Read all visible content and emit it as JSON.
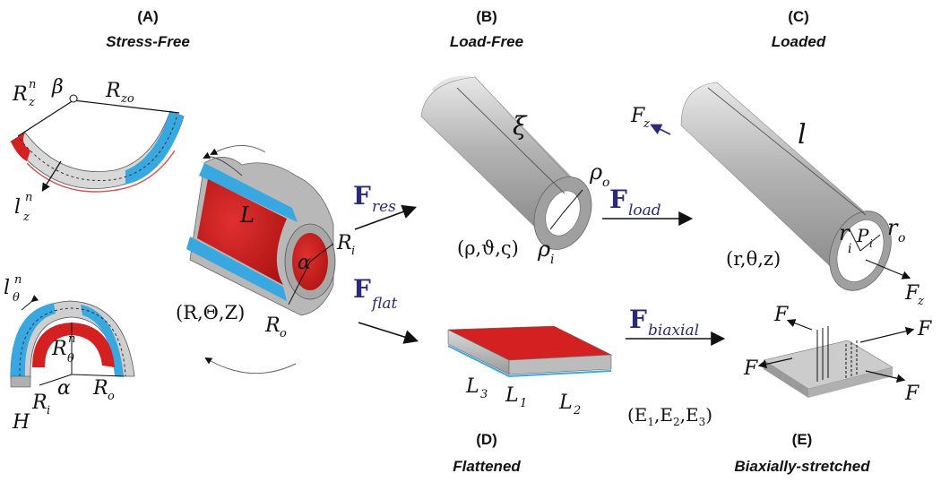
{
  "panels": {
    "A": {
      "label": "(A)",
      "title": "Stress-Free"
    },
    "B": {
      "label": "(B)",
      "title": "Load-Free"
    },
    "C": {
      "label": "(C)",
      "title": "Loaded"
    },
    "D": {
      "label": "(D)",
      "title": "Flattened"
    },
    "E": {
      "label": "(E)",
      "title": "Biaxially-stretched"
    }
  },
  "colors": {
    "red": "#d42020",
    "blue": "#3aa8e0",
    "gray": "#b8b8b8",
    "arrow": "#2a2a7a"
  },
  "symbols": {
    "Rz": "R",
    "Rz_sub": "z",
    "Rz_sup": "n",
    "beta": "β",
    "Rzo": "R",
    "Rzo_sub": "zo",
    "lz": "l",
    "lz_sub": "z",
    "lz_sup": "n",
    "ltheta": "l",
    "ltheta_sub": "θ",
    "ltheta_sup": "n",
    "Rtheta": "R",
    "Rtheta_sub": "θ",
    "Rtheta_sup": "n",
    "alpha_bottom": "α",
    "Ri_bottom": "R",
    "Ri_bottom_sub": "i",
    "Ro_bottom": "R",
    "Ro_bottom_sub": "o",
    "H": "H",
    "L": "L",
    "alpha_mid": "α",
    "Ri_mid": "R",
    "Ri_mid_sub": "i",
    "Ro_mid": "R",
    "Ro_mid_sub": "o",
    "coords_mid": "(R,Θ,Z)",
    "xi": "ξ",
    "rho_o": "ρ",
    "rho_o_sub": "o",
    "rho_i": "ρ",
    "rho_i_sub": "i",
    "coords_B": "(ρ,ϑ,ς)",
    "Fz_top": "F",
    "Fz_top_sub": "z",
    "l": "l",
    "Pi": "P",
    "Pi_sub": "i",
    "ri": "r",
    "ri_sub": "i",
    "ro": "r",
    "ro_sub": "o",
    "coords_C": "(r,θ,z)",
    "Fz_bottom": "F",
    "Fz_bottom_sub": "z",
    "L3": "L",
    "L3_sub": "3",
    "L1": "L",
    "L1_sub": "1",
    "L2": "L",
    "L2_sub": "2",
    "coords_D": "(E",
    "E1": "1",
    "E2": "2",
    "E3": "3",
    "F_E": "F"
  },
  "forces": {
    "res": {
      "F": "F",
      "sub": "res"
    },
    "flat": {
      "F": "F",
      "sub": "flat"
    },
    "load": {
      "F": "F",
      "sub": "load"
    },
    "biaxial": {
      "F": "F",
      "sub": "biaxial"
    }
  }
}
